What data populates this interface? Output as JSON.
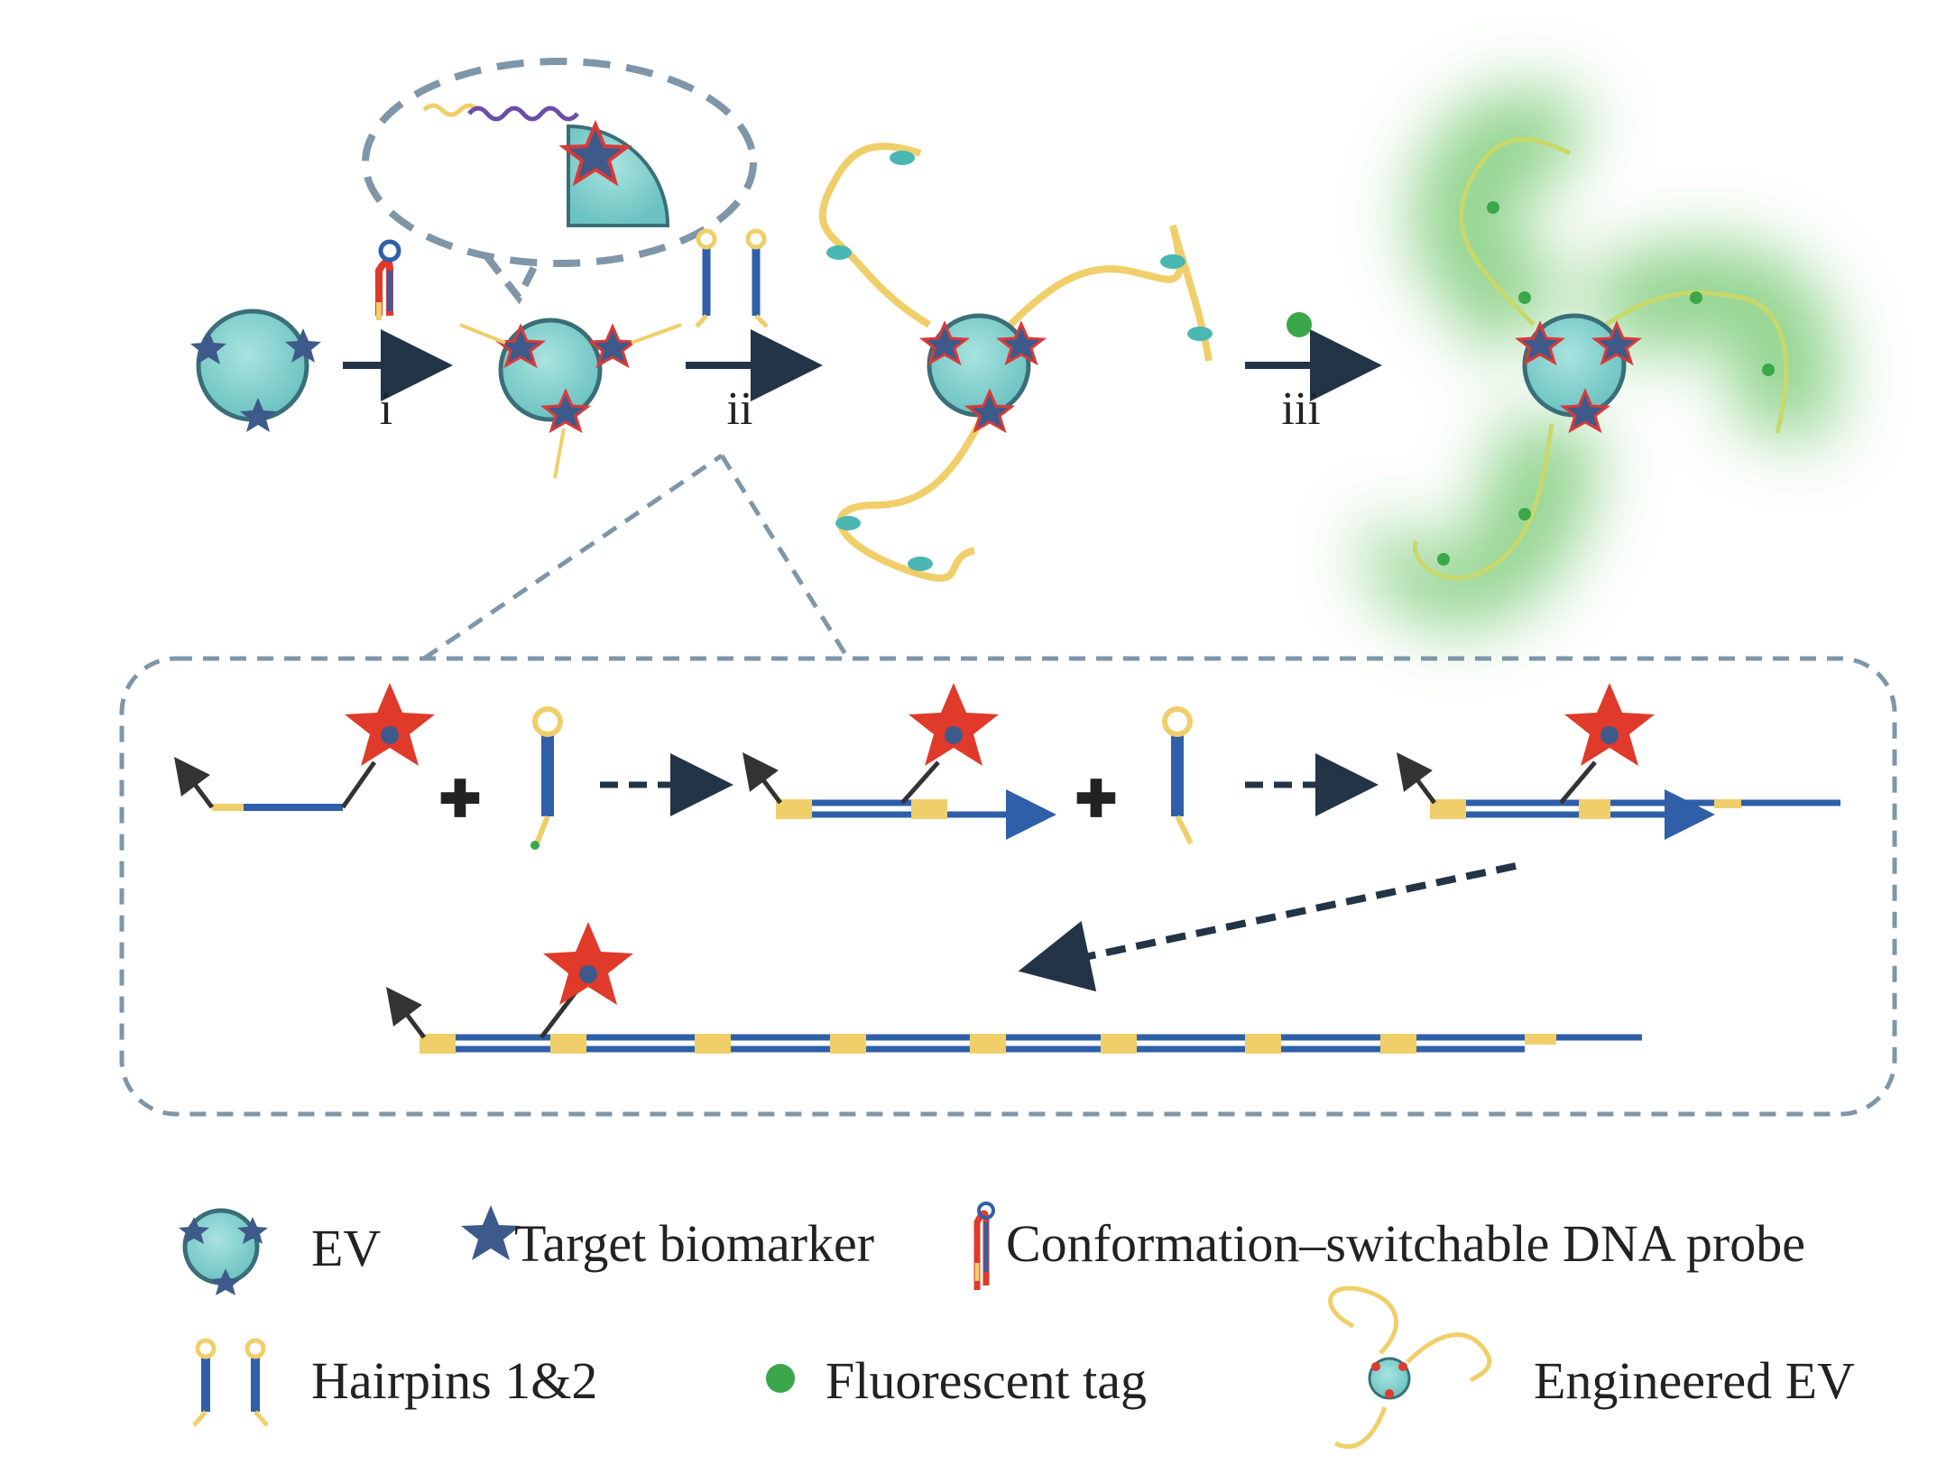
{
  "steps": {
    "step1": "i",
    "step2": "ii",
    "step3": "iii"
  },
  "legend": {
    "ev": "EV",
    "biomarker": "Target biomarker",
    "probe": "Conformation–switchable DNA probe",
    "hairpins": "Hairpins 1&2",
    "tag": "Fluorescent tag",
    "engineered": "Engineered EV"
  },
  "colors": {
    "ev_fill": "#7fcfcf",
    "ev_stroke": "#3a6e78",
    "biomarker": "#3d5a8a",
    "biomarker_outline": "#d83a3a",
    "dna_blue": "#2f5fa8",
    "dna_yellow": "#f0cf6a",
    "probe_red": "#e03a2a",
    "tag_green": "#3aa84a",
    "arrow": "#243447",
    "dashed": "#7f96a8"
  }
}
